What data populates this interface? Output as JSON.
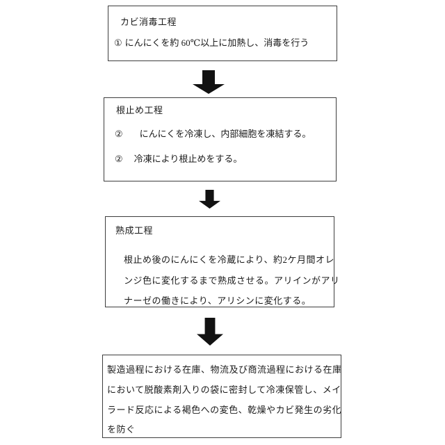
{
  "canvas": {
    "background": "#ffffff",
    "box_border_color": "#3d3d3d",
    "text_color": "#1b1b1b",
    "arrow_color": "#121212"
  },
  "flowchart": {
    "boxes": [
      {
        "name": "mold-disinfection-process",
        "title": "カビ消毒工程",
        "items": [
          {
            "marker": "①",
            "text": "にんにくを約 60℃以上に加熱し、消毒を行う"
          }
        ]
      },
      {
        "name": "root-stopping-process",
        "title": "根止め工程",
        "items": [
          {
            "marker": "②",
            "text": "にんにくを冷凍し、内部細胞を凍結する。"
          },
          {
            "marker": "②",
            "text": "冷凍により根止めをする。"
          }
        ]
      },
      {
        "name": "ripening-process",
        "title": "熟成工程",
        "body_lines": [
          "根止め後のにんにくを冷蔵により、約2ケ月間オレ",
          "ンジ色に変化するまで熟成させる。アリインがアリ",
          "ナーゼの働きにより、アリシンに変化する。"
        ]
      },
      {
        "name": "storage-process",
        "body_lines": [
          "製造過程における在庫、物流及び商流過程における在庫",
          "において脱酸素剤入りの袋に密封して冷凍保管し、メイ",
          "ラード反応による褐色への変色、乾燥やカビ発生の劣化",
          "を防ぐ"
        ]
      }
    ],
    "connectors": [
      {
        "icon": "down-block-arrow"
      },
      {
        "icon": "down-block-arrow"
      },
      {
        "icon": "down-block-arrow"
      }
    ]
  }
}
